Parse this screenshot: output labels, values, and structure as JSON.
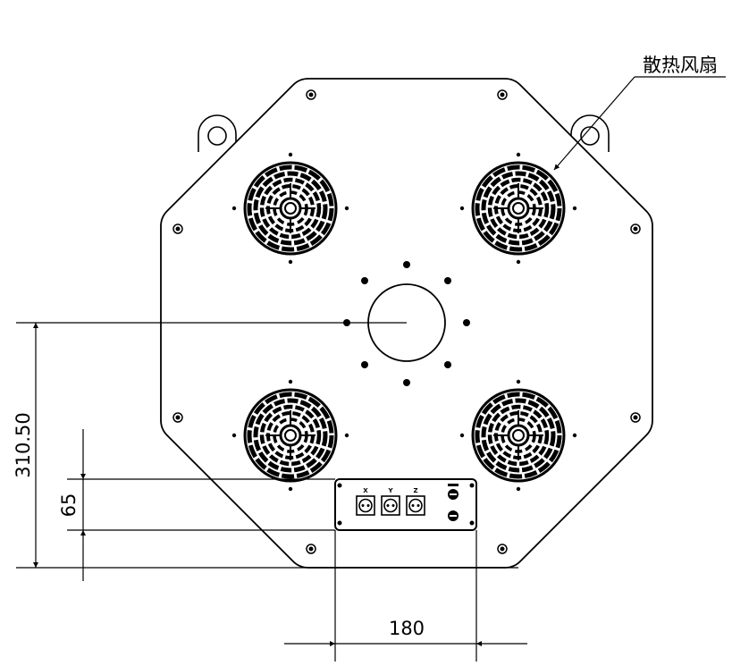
{
  "callout": {
    "label": "散热风扇"
  },
  "dimensions": {
    "height_to_center": "310.50",
    "panel_height": "65",
    "panel_width": "180"
  },
  "connector_panel": {
    "labels": [
      "X",
      "Y",
      "Z"
    ]
  },
  "colors": {
    "line": "#000000",
    "background": "#ffffff"
  }
}
